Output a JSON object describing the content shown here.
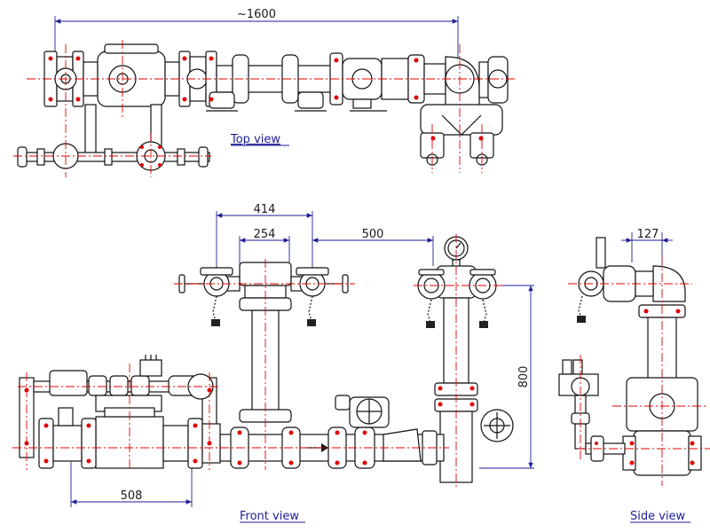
{
  "views": {
    "top": "Top view",
    "front": "Front view",
    "side": "Side view"
  },
  "dimensions": {
    "overall": "~1600",
    "d414": "414",
    "d254": "254",
    "d500": "500",
    "d508": "508",
    "d800": "800",
    "d127": "127"
  },
  "colors": {
    "outline": "#111111",
    "centerline": "#e00000",
    "dimension": "#1e1e96"
  }
}
